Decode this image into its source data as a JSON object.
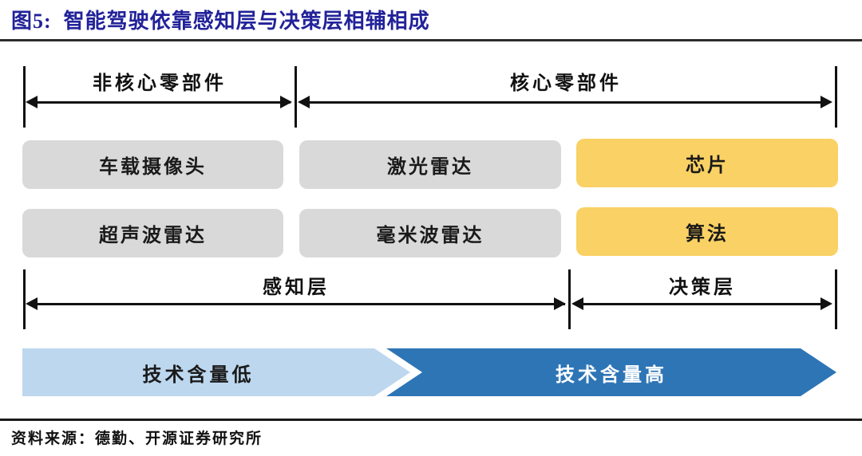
{
  "title": "图5:  智能驾驶依靠感知层与决策层相辅相成",
  "top_axis": {
    "left": {
      "label": "非核心零部件"
    },
    "right": {
      "label": "核心零部件"
    }
  },
  "component_boxes": [
    {
      "label": "车载摄像头",
      "category": "非核心零部件",
      "layer": "感知层",
      "color": "#D9D9D9"
    },
    {
      "label": "激光雷达",
      "category": "核心零部件",
      "layer": "感知层",
      "color": "#D9D9D9"
    },
    {
      "label": "芯片",
      "category": "核心零部件",
      "layer": "决策层",
      "color": "#FAD164"
    },
    {
      "label": "超声波雷达",
      "category": "非核心零部件",
      "layer": "感知层",
      "color": "#D9D9D9"
    },
    {
      "label": "毫米波雷达",
      "category": "核心零部件",
      "layer": "感知层",
      "color": "#D9D9D9"
    },
    {
      "label": "算法",
      "category": "核心零部件",
      "layer": "决策层",
      "color": "#FAD164"
    }
  ],
  "layer_axis": {
    "left": {
      "label": "感知层"
    },
    "right": {
      "label": "决策层"
    }
  },
  "tech_gradient": [
    {
      "label": "技术含量低",
      "color": "#BDD7EE",
      "text_color": "#1a1a1a"
    },
    {
      "label": "技术含量高",
      "color": "#2E75B6",
      "text_color": "#ffffff"
    }
  ],
  "footer": {
    "source": "资料来源：德勤、开源证券研究所"
  }
}
